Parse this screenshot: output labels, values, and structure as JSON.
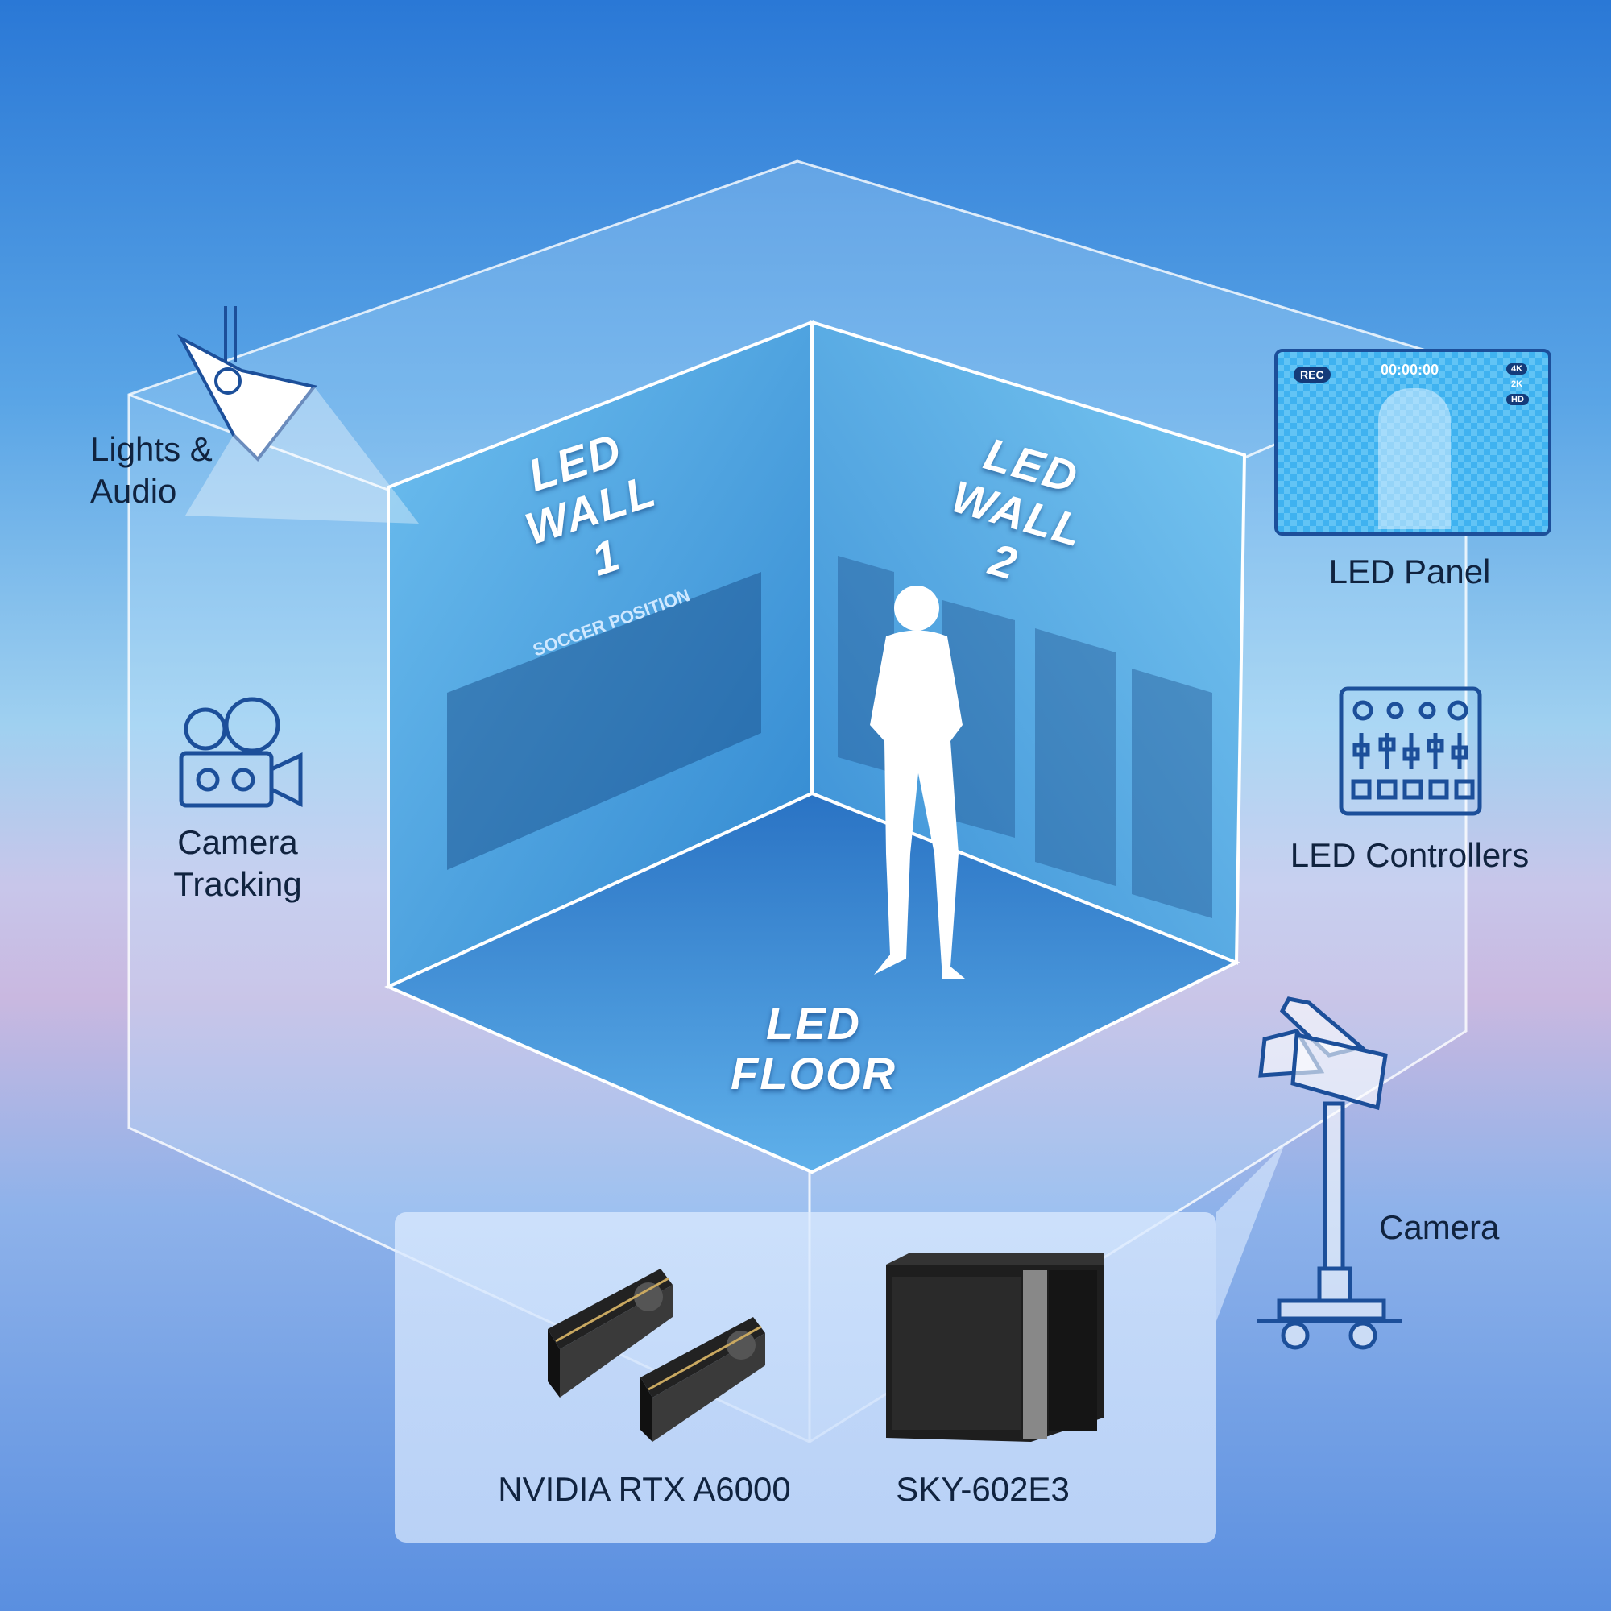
{
  "labels": {
    "lights_audio": [
      "Lights &",
      "Audio"
    ],
    "camera_tracking": [
      "Camera",
      "Tracking"
    ],
    "led_panel": "LED Panel",
    "led_controllers": "LED Controllers",
    "camera": "Camera",
    "gpu": "NVIDIA RTX A6000",
    "server": "SKY-602E3"
  },
  "stage": {
    "wall1": [
      "LED",
      "WALL",
      "1"
    ],
    "wall2": [
      "LED",
      "WALL",
      "2"
    ],
    "floor": [
      "LED",
      "FLOOR"
    ],
    "wall1_screen_title": "SOCCER POSITION"
  },
  "led_panel_overlay": {
    "rec": "REC",
    "timecode": "00:00:00",
    "resolutions": [
      "4K",
      "2K",
      "HD"
    ]
  },
  "colors": {
    "icon_stroke": "#1c4f9a",
    "label_text": "#10233f",
    "stage_text": "#ffffff"
  }
}
